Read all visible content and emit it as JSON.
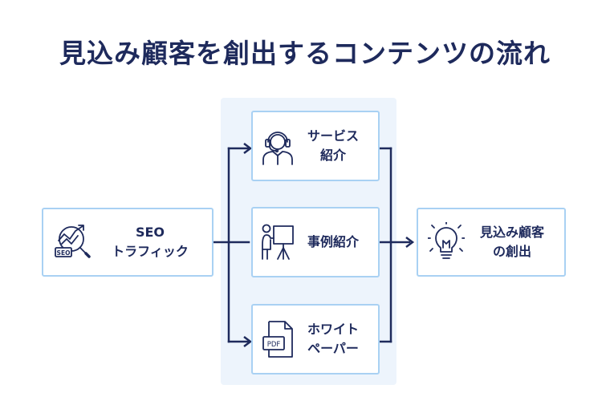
{
  "title": "見込み顧客を創出するコンテンツの流れ",
  "nodes": {
    "seo": {
      "line1": "SEO",
      "line2": "トラフィック",
      "icon": "seo-growth-icon"
    },
    "service": {
      "line1": "サービス",
      "line2": "紹介",
      "icon": "support-headset-icon"
    },
    "case": {
      "line1": "事例紹介",
      "icon": "presentation-icon"
    },
    "whitepaper": {
      "line1": "ホワイト",
      "line2": "ペーパー",
      "icon": "pdf-document-icon"
    },
    "lead": {
      "line1": "見込み顧客",
      "line2": "の創出",
      "icon": "lightbulb-icon"
    }
  },
  "colors": {
    "text": "#1e2a5c",
    "border": "#a9d1f3",
    "panel": "#edf4fc",
    "line": "#1e2a5c"
  }
}
